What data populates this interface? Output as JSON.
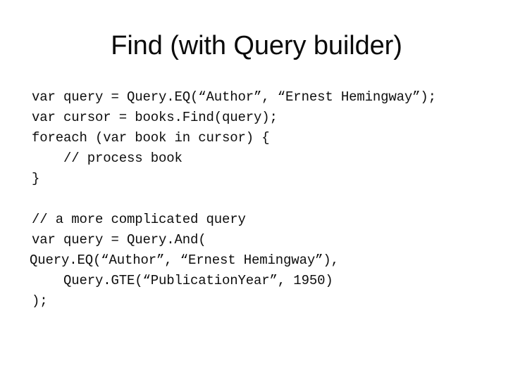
{
  "slide": {
    "title": "Find (with Query builder)",
    "background_color": "#ffffff",
    "text_color": "#0d0d0d"
  },
  "code": {
    "language": "csharp",
    "lines": [
      {
        "id": "line-1",
        "text": "var query = Query.EQ(“Author”, “Ernest Hemingway”);",
        "indent": 0,
        "blank": false,
        "outdent": false
      },
      {
        "id": "line-2",
        "text": "var cursor = books.Find(query);",
        "indent": 0,
        "blank": false,
        "outdent": false
      },
      {
        "id": "line-3",
        "text": "foreach (var book in cursor) {",
        "indent": 0,
        "blank": false,
        "outdent": false
      },
      {
        "id": "line-4",
        "text": "    // process book",
        "indent": 4,
        "blank": false,
        "outdent": false
      },
      {
        "id": "line-5",
        "text": "}",
        "indent": 0,
        "blank": false,
        "outdent": false
      },
      {
        "id": "line-6",
        "text": " ",
        "indent": 0,
        "blank": true,
        "outdent": false
      },
      {
        "id": "line-7",
        "text": "// a more complicated query",
        "indent": 0,
        "blank": false,
        "outdent": false
      },
      {
        "id": "line-8",
        "text": "var query = Query.And(",
        "indent": 0,
        "blank": false,
        "outdent": false
      },
      {
        "id": "line-9",
        "text": "Query.EQ(“Author”, “Ernest Hemingway”),",
        "indent": 0,
        "blank": false,
        "outdent": true
      },
      {
        "id": "line-10",
        "text": "    Query.GTE(“PublicationYear”, 1950)",
        "indent": 4,
        "blank": false,
        "outdent": false
      },
      {
        "id": "line-11",
        "text": ");",
        "indent": 0,
        "blank": false,
        "outdent": false
      }
    ]
  }
}
